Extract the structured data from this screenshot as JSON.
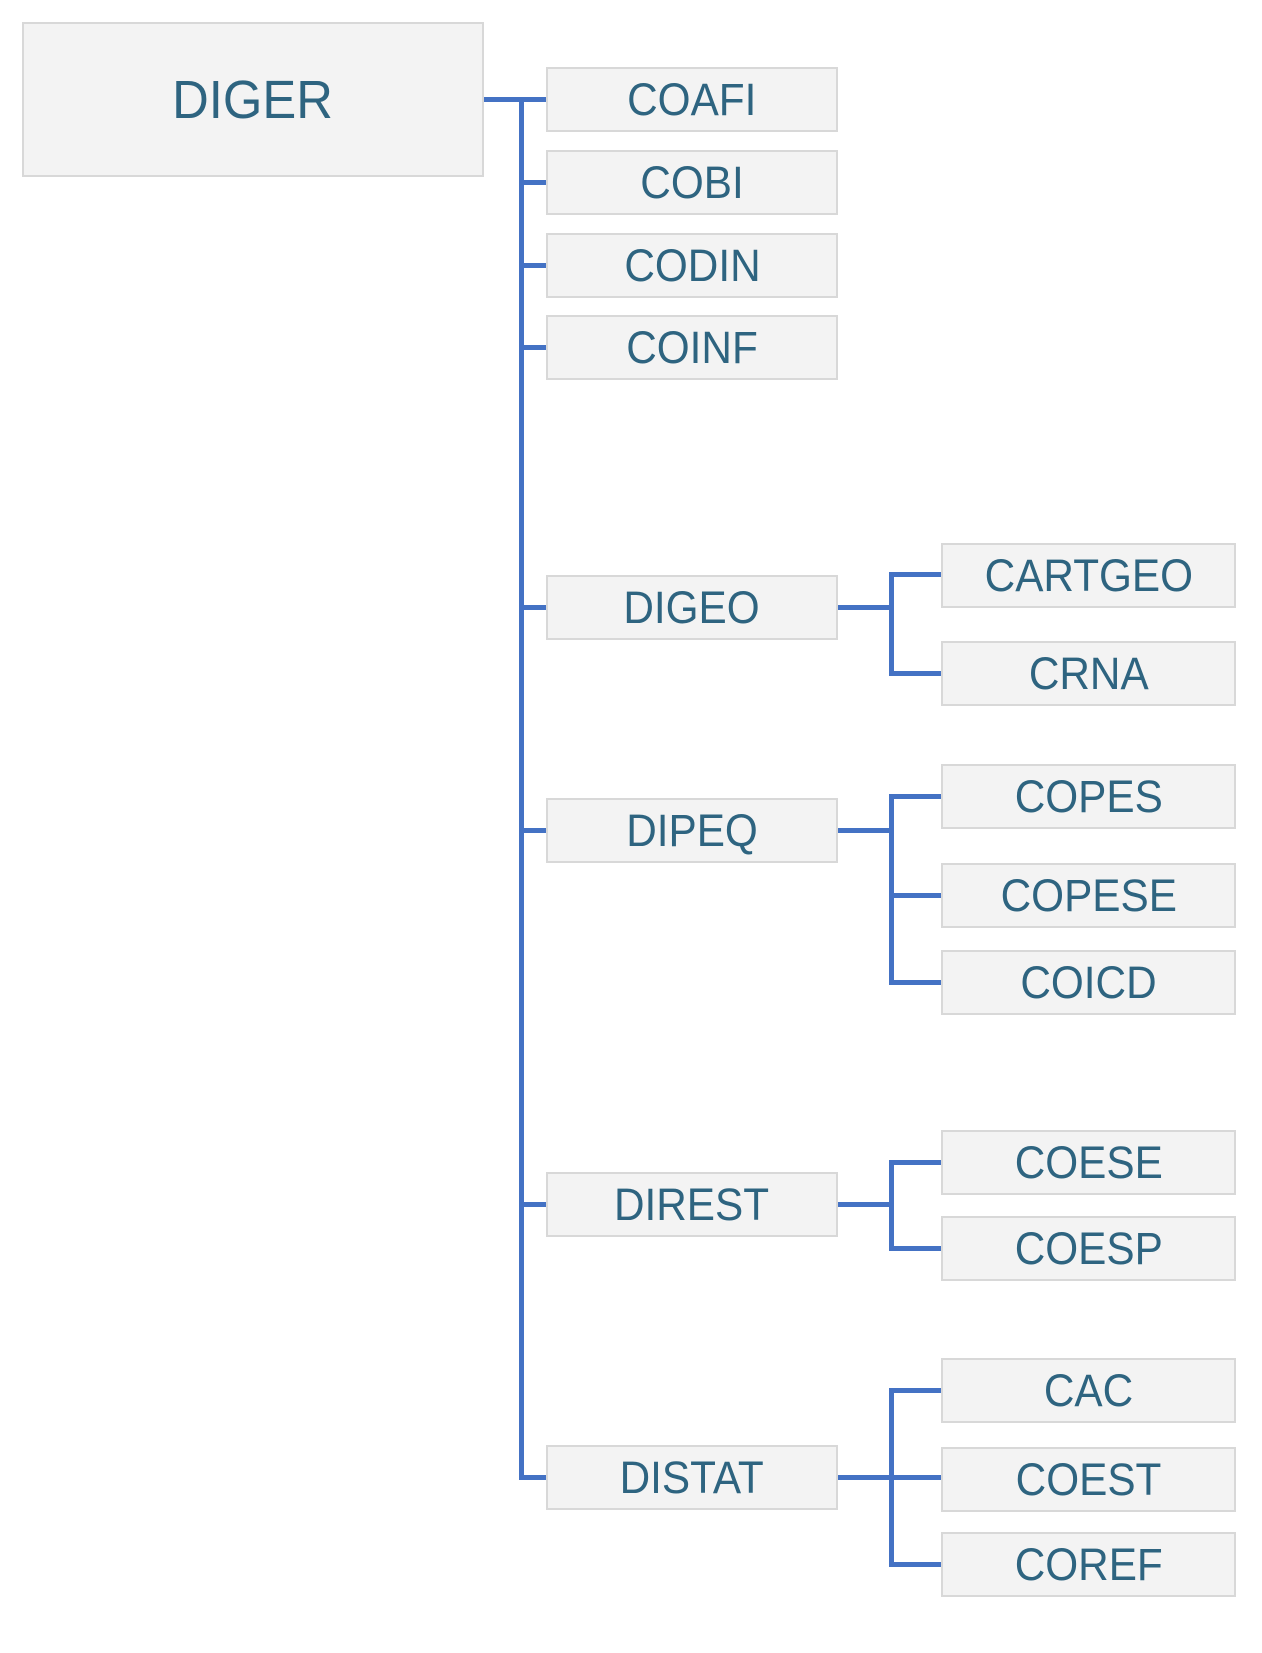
{
  "org": {
    "root": {
      "label": "DIGER"
    },
    "children": [
      {
        "label": "COAFI",
        "children": []
      },
      {
        "label": "COBI",
        "children": []
      },
      {
        "label": "CODIN",
        "children": []
      },
      {
        "label": "COINF",
        "children": []
      },
      {
        "label": "DIGEO",
        "children": [
          {
            "label": "CARTGEO"
          },
          {
            "label": "CRNA"
          }
        ]
      },
      {
        "label": "DIPEQ",
        "children": [
          {
            "label": "COPES"
          },
          {
            "label": "COPESE"
          },
          {
            "label": "COICD"
          }
        ]
      },
      {
        "label": "DIREST",
        "children": [
          {
            "label": "COESE"
          },
          {
            "label": "COESP"
          }
        ]
      },
      {
        "label": "DISTAT",
        "children": [
          {
            "label": "CAC"
          },
          {
            "label": "COEST"
          },
          {
            "label": "COREF"
          }
        ]
      }
    ]
  },
  "colors": {
    "connector_blue": "#4472C4",
    "node_fill": "#F3F3F3",
    "node_border": "#D8D8D8",
    "node_text": "#2E6480",
    "background": "#FFFFFF"
  }
}
